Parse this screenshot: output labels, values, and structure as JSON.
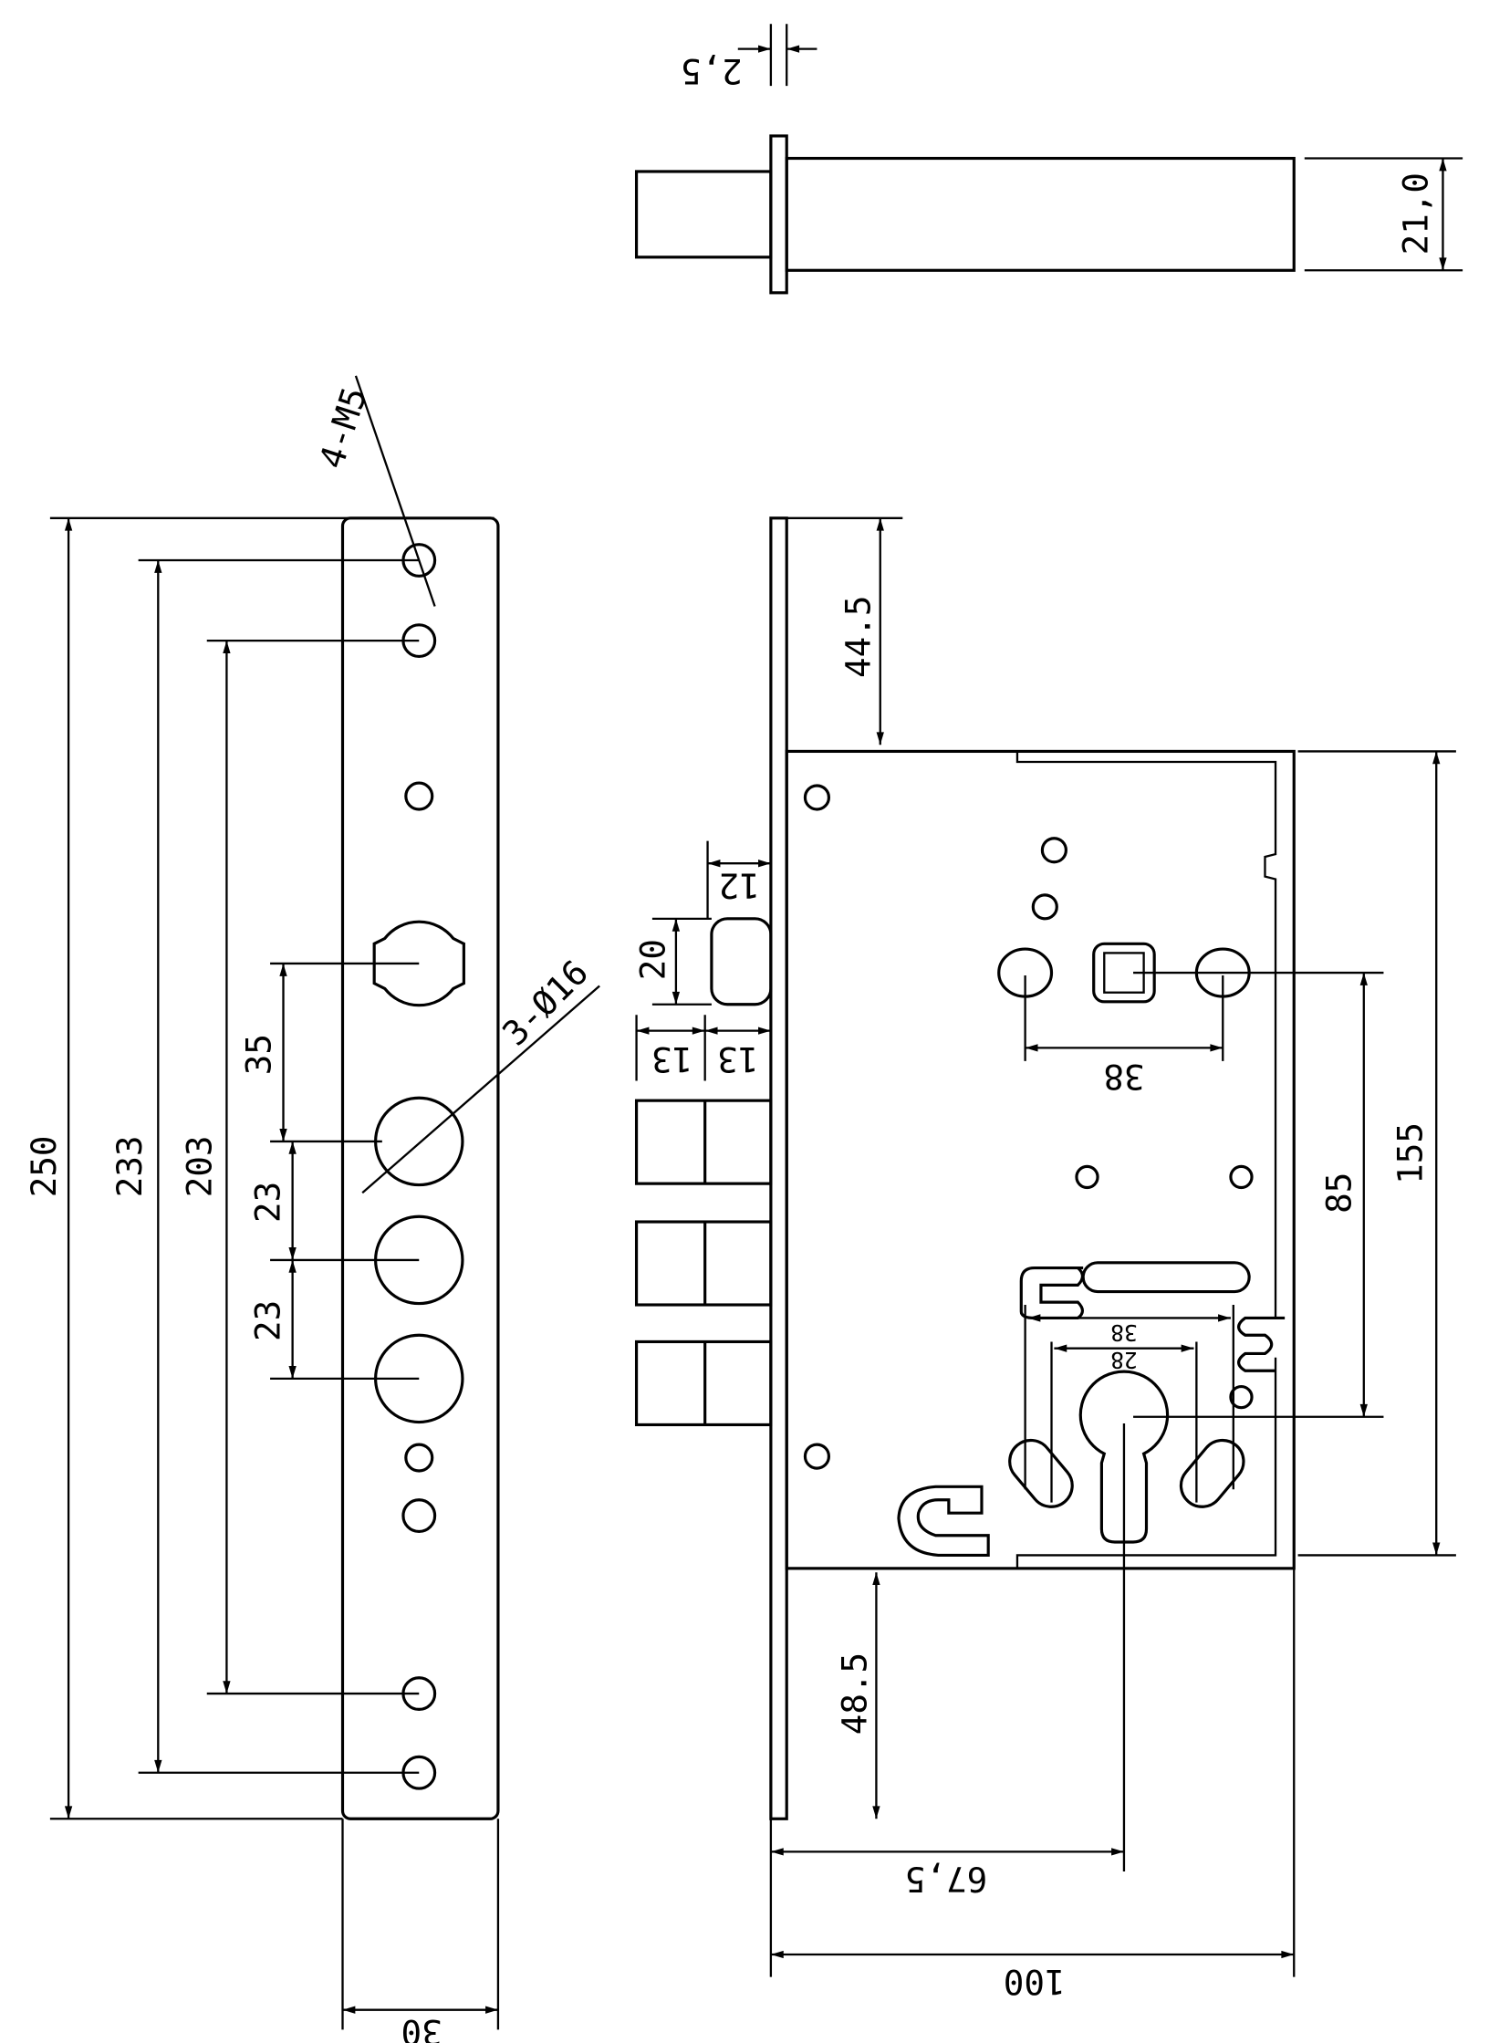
{
  "drawing": {
    "bolt_view": {
      "flange_thickness": "2,5",
      "bolt_height": "21,0"
    },
    "faceplate_view": {
      "screw_note": "4-M5",
      "hole_note": "3-Ø16",
      "total_length": "250",
      "screw_spacing_outer": "233",
      "screw_spacing_inner": "203",
      "latch_to_bolt": "35",
      "bolt_spacing_1": "23",
      "bolt_spacing_2": "23",
      "width": "30"
    },
    "lock_body_view": {
      "top_offset": "44.5",
      "latch_width": "12",
      "latch_height": "20",
      "bolt_width_1": "13",
      "bolt_width_2": "13",
      "spindle_to_screw": "38",
      "body_height": "155",
      "center_distance": "85",
      "cam_spacing_outer": "38",
      "cam_spacing_inner": "28",
      "bottom_offset": "48.5",
      "backset": "67,5",
      "body_depth": "100"
    }
  }
}
